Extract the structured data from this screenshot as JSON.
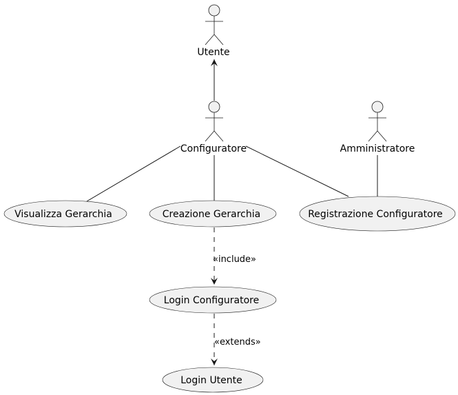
{
  "actors": {
    "utente": "Utente",
    "configuratore": "Configuratore",
    "amministratore": "Amministratore"
  },
  "usecases": {
    "visualizza_gerarchia": "Visualizza Gerarchia",
    "creazione_gerarchia": "Creazione Gerarchia",
    "registrazione_configuratore": "Registrazione Configuratore",
    "login_configuratore": "Login Configuratore",
    "login_utente": "Login Utente"
  },
  "relations": {
    "include_label": "«include»",
    "extends_label": "«extends»"
  }
}
